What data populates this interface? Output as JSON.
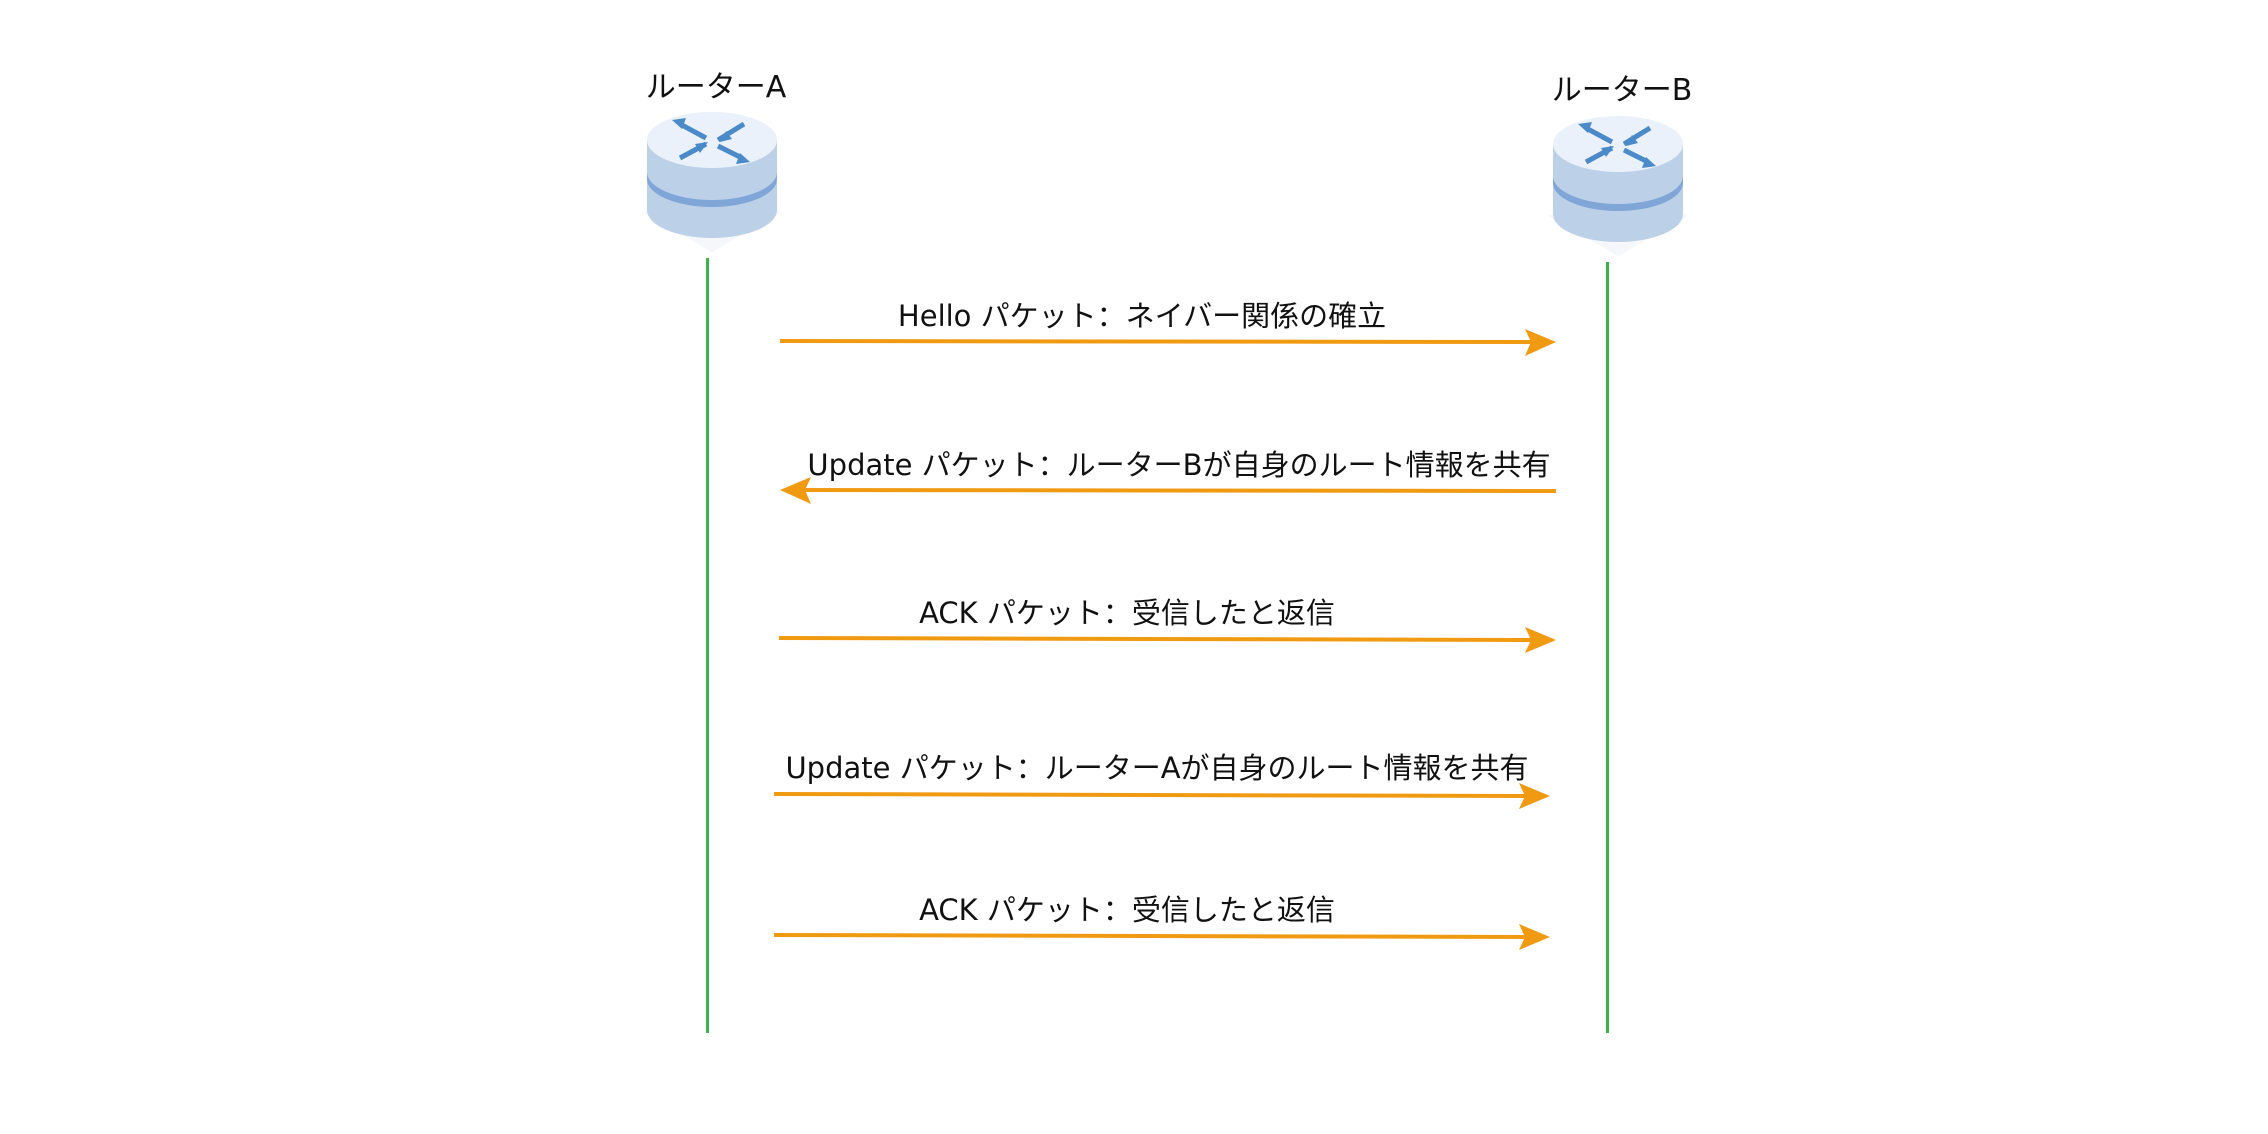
{
  "participants": [
    {
      "id": "A",
      "label": "ルーターA"
    },
    {
      "id": "B",
      "label": "ルーターB"
    }
  ],
  "messages": [
    {
      "from": "A",
      "to": "B",
      "label": "Hello パケット：ネイバー関係の確立"
    },
    {
      "from": "B",
      "to": "A",
      "label": "Update パケット：ルーターBが自身のルート情報を共有"
    },
    {
      "from": "A",
      "to": "B",
      "label": "ACK パケット：受信したと返信"
    },
    {
      "from": "A",
      "to": "B",
      "label": "Update パケット：ルーターAが自身のルート情報を共有"
    },
    {
      "from": "A",
      "to": "B",
      "label": "ACK パケット：受信したと返信"
    }
  ],
  "colors": {
    "lifeline": "#3cb44b",
    "arrow": "#f09a12",
    "router_top": "#eaf1fa",
    "router_body": "#bcd0e8",
    "router_band": "#7fa6d6",
    "router_icon": "#4a8ac8"
  }
}
